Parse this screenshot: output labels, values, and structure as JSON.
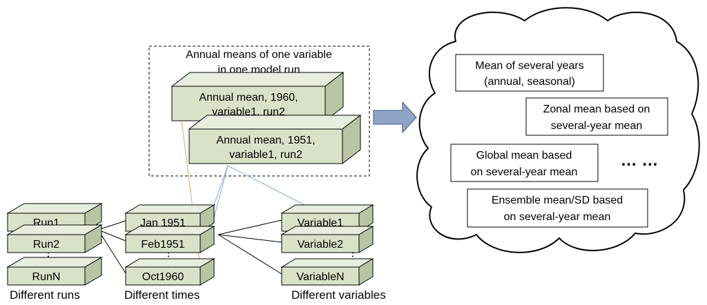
{
  "annual_box": {
    "title_line1": "Annual means of one variable",
    "title_line2": "in one model run",
    "block_1960_line1": "Annual mean, 1960,",
    "block_1960_line2": "variable1, run2",
    "block_1951_line1": "Annual mean, 1951,",
    "block_1951_line2": "variable1, run2",
    "ellipsis": "⋮"
  },
  "runs": {
    "items": [
      "Run1",
      "Run2",
      "RunN"
    ],
    "ellipsis": "⋮",
    "caption": "Different runs"
  },
  "times": {
    "items": [
      "Jan 1951",
      "Feb1951",
      "Oct1960"
    ],
    "ellipsis": "⋮",
    "caption": "Different times"
  },
  "variables": {
    "items": [
      "Variable1",
      "Variable2",
      "VariableN"
    ],
    "ellipsis": "⋮",
    "caption": "Different variables"
  },
  "cloud": {
    "box1_line1": "Mean of several years",
    "box1_line2": "(annual, seasonal)",
    "box2_line1": "Zonal mean based on",
    "box2_line2": "several-year mean",
    "box3_line1": "Global mean based",
    "box3_line2": "on several-year mean",
    "box4_line1": "Ensemble mean/SD based",
    "box4_line2": "on several-year mean",
    "ellipsis": "… …"
  },
  "colors": {
    "block_front": "#d9e2c8",
    "block_top": "#e8eedd",
    "block_side": "#b9c4a4",
    "arrow_fill": "#8fa5c8",
    "link_blue": "#7fa7d6",
    "link_orange": "#f0a060"
  }
}
